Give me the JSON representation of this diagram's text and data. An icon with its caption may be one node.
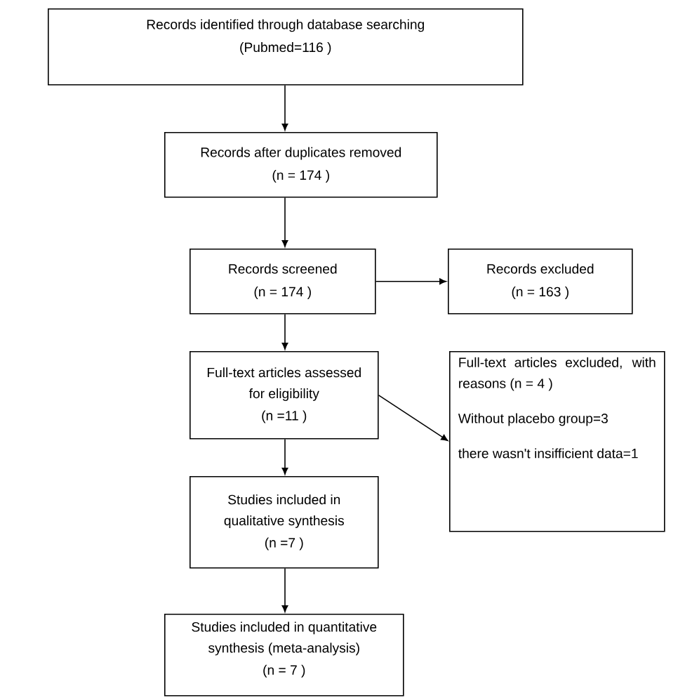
{
  "diagram": {
    "nodes": [
      {
        "text": [
          "Records identified through database searching",
          "(Pubmed=116 )"
        ]
      },
      {
        "text": [
          "Records after duplicates removed",
          "(n = 174 )"
        ]
      },
      {
        "text": [
          "Records screened",
          "(n = 174 )"
        ]
      },
      {
        "text": [
          "Records excluded",
          "(n = 163 )"
        ]
      },
      {
        "text": [
          "Full-text articles assessed for eligibility",
          "(n =11 )"
        ]
      },
      {
        "text": [
          "Full-text articles excluded, with reasons (n = 4 )",
          "Without placebo group=3",
          "there wasn't insifficient data=1"
        ]
      },
      {
        "text": [
          "Studies included in qualitative synthesis",
          "(n =7 )"
        ]
      },
      {
        "text": [
          "Studies included in quantitative synthesis (meta-analysis)",
          "(n = 7 )"
        ]
      }
    ],
    "edges": [
      {
        "from": 0,
        "to": 1,
        "arrow": "to"
      },
      {
        "from": 1,
        "to": 2,
        "arrow": "to"
      },
      {
        "from": 2,
        "to": 3,
        "arrow": "to"
      },
      {
        "from": 2,
        "to": 4,
        "arrow": "to"
      },
      {
        "from": 4,
        "to": 5,
        "arrow": "to"
      },
      {
        "from": 4,
        "to": 6,
        "arrow": "to"
      },
      {
        "from": 6,
        "to": 7,
        "arrow": "to"
      }
    ]
  }
}
